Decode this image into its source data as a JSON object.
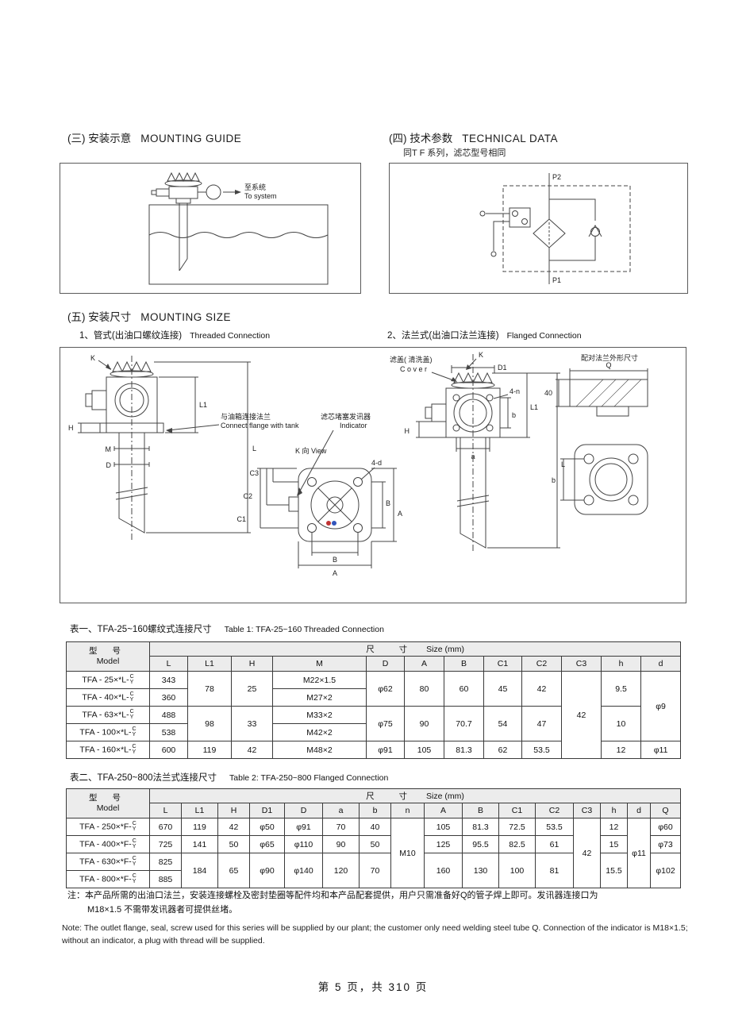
{
  "page": {
    "footer": "第 5 页，共 310 页"
  },
  "sections": {
    "s3": {
      "zh": "(三) 安装示意",
      "en": "MOUNTING GUIDE"
    },
    "s4": {
      "zh": "(四) 技术参数",
      "en": "TECHNICAL DATA",
      "sub": "同T F 系列，滤芯型号相同"
    },
    "s5": {
      "zh": "(五) 安装尺寸",
      "en": "MOUNTING SIZE"
    },
    "threaded": {
      "zh": "1、管式(出油口螺纹连接)",
      "en": "Threaded Connection"
    },
    "flanged": {
      "zh": "2、法兰式(出油口法兰连接)",
      "en": "Flanged Connection"
    }
  },
  "guide": {
    "to_system_zh": "至系统",
    "to_system_en": "To system"
  },
  "schematic": {
    "p2": "P2",
    "p1": "P1"
  },
  "big": {
    "flange_label_zh": "与油箱连接法兰",
    "flange_label_en": "Connect flange with tank",
    "indicator_zh": "滤芯堵塞发讯器",
    "indicator_en": "Indicator",
    "kview": "K 向 View",
    "four_d": "4-d",
    "cover_zh": "滤盖( 清洗盖)",
    "cover_en": "C o v e r",
    "four_n": "4-n",
    "mating": "配对法兰外形尺寸",
    "forty": "40",
    "dims": {
      "K": "K",
      "L": "L",
      "L1": "L1",
      "H": "H",
      "M": "M",
      "D": "D",
      "D1": "D1",
      "A": "A",
      "B": "B",
      "C1": "C1",
      "C2": "C2",
      "C3": "C3",
      "a": "a",
      "b": "b",
      "Q": "Q"
    }
  },
  "table1": {
    "title_zh": "表一、TFA-25~160螺纹式连接尺寸",
    "title_en": "Table 1: TFA-25~160 Threaded Connection",
    "model_zh": "型 号",
    "model_en": "Model",
    "size_zh": "尺 寸",
    "size_en": "Size (mm)",
    "suffix_top": "C",
    "suffix_bot": "Y",
    "cols": [
      "L",
      "L1",
      "H",
      "M",
      "D",
      "A",
      "B",
      "C1",
      "C2",
      "C3",
      "h",
      "d"
    ],
    "rows": [
      {
        "model": "TFA - 25×*L-",
        "L": "343",
        "M": "M22×1.5"
      },
      {
        "model": "TFA - 40×*L-",
        "L": "360",
        "M": "M27×2"
      },
      {
        "model": "TFA - 63×*L-",
        "L": "488",
        "M": "M33×2"
      },
      {
        "model": "TFA - 100×*L-",
        "L": "538",
        "M": "M42×2"
      },
      {
        "model": "TFA - 160×*L-",
        "L": "600",
        "M": "M48×2",
        "L1": "119",
        "H": "42",
        "D": "φ91",
        "A": "105",
        "B": "81.3",
        "C1": "62",
        "C2": "53.5",
        "h": "12",
        "d": "φ11"
      }
    ],
    "m12": {
      "L1": "78",
      "H": "25",
      "D": "φ62",
      "A": "80",
      "B": "60",
      "C1": "45",
      "C2": "42",
      "h": "9.5"
    },
    "m34": {
      "L1": "98",
      "H": "33",
      "D": "φ75",
      "A": "90",
      "B": "70.7",
      "C1": "54",
      "C2": "47",
      "h": "10"
    },
    "m15": {
      "C3": "42"
    },
    "m14": {
      "d": "φ9"
    }
  },
  "table2": {
    "title_zh": "表二、TFA-250~800法兰式连接尺寸",
    "title_en": "Table 2: TFA-250~800 Flanged Connection",
    "model_zh": "型 号",
    "model_en": "Model",
    "size_zh": "尺 寸",
    "size_en": "Size (mm)",
    "suffix_top": "C",
    "suffix_bot": "Y",
    "cols": [
      "L",
      "L1",
      "H",
      "D1",
      "D",
      "a",
      "b",
      "n",
      "A",
      "B",
      "C1",
      "C2",
      "C3",
      "h",
      "d",
      "Q"
    ],
    "rows": [
      {
        "model": "TFA - 250×*F-",
        "L": "670",
        "L1": "119",
        "H": "42",
        "D1": "φ50",
        "D": "φ91",
        "a": "70",
        "b": "40",
        "A": "105",
        "B": "81.3",
        "C1": "72.5",
        "C2": "53.5",
        "h": "12",
        "Q": "φ60"
      },
      {
        "model": "TFA - 400×*F-",
        "L": "725",
        "L1": "141",
        "H": "50",
        "D1": "φ65",
        "D": "φ110",
        "a": "90",
        "b": "50",
        "A": "125",
        "B": "95.5",
        "C1": "82.5",
        "C2": "61",
        "h": "15",
        "Q": "φ73"
      },
      {
        "model": "TFA - 630×*F-",
        "L": "825"
      },
      {
        "model": "TFA - 800×*F-",
        "L": "885"
      }
    ],
    "m14": {
      "n": "M10",
      "C3": "42",
      "d": "φ11"
    },
    "m34": {
      "L1": "184",
      "H": "65",
      "D1": "φ90",
      "D": "φ140",
      "a": "120",
      "b": "70",
      "A": "160",
      "B": "130",
      "C1": "100",
      "C2": "81",
      "h": "15.5",
      "Q": "φ102"
    }
  },
  "notes": {
    "zh1": "注：本产品所需的出油口法兰，安装连接螺栓及密封垫圈等配件均和本产品配套提供，用户只需准备好Q的管子焊上即可。发讯器连接口为",
    "zh2": "M18×1.5 不需带发讯器者可提供丝堵。",
    "en1": "Note: The outlet flange, seal, screw used for this series will be supplied by our plant; the customer only need welding steel tube Q. Connection of the indicator is M18×1.5;",
    "en2": "without an indicator, a plug with thread will be supplied."
  }
}
